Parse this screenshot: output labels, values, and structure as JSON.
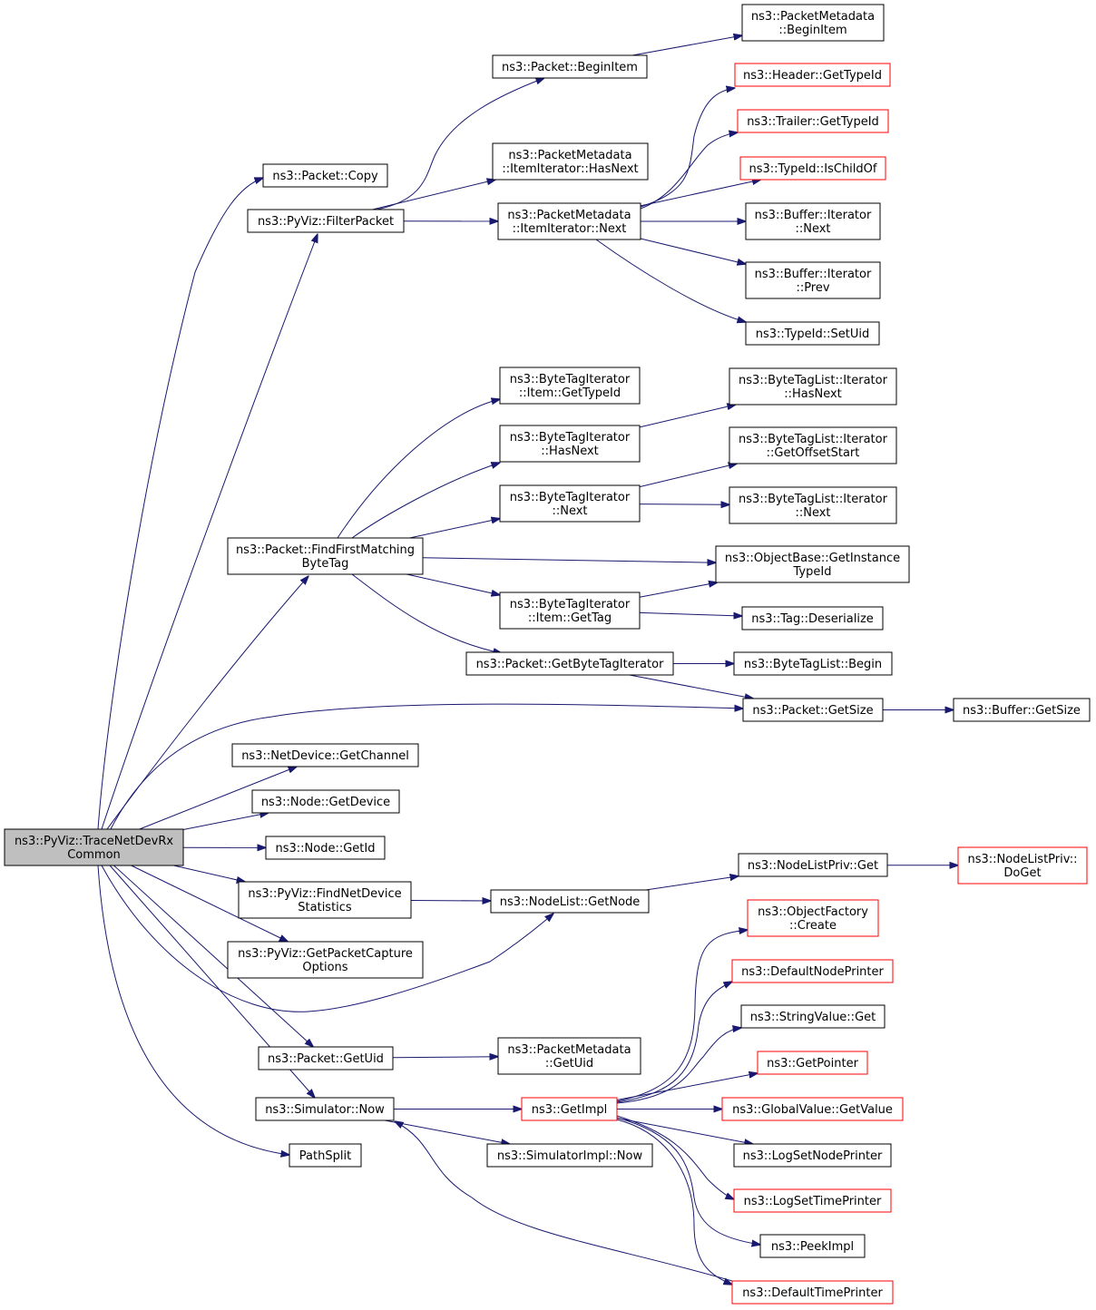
{
  "colors": {
    "edge": "#191970",
    "node_border": "#000000",
    "node_border_truncated": "#ff0000",
    "root_fill": "#bfbfbf",
    "node_fill": "#ffffff"
  },
  "nodes": [
    {
      "id": "root",
      "lines": [
        "ns3::PyViz::TraceNetDevRx",
        "Common"
      ],
      "style": "root"
    },
    {
      "id": "copy",
      "lines": [
        "ns3::Packet::Copy"
      ],
      "style": "normal"
    },
    {
      "id": "filterpacket",
      "lines": [
        "ns3::PyViz::FilterPacket"
      ],
      "style": "normal"
    },
    {
      "id": "beginitem",
      "lines": [
        "ns3::Packet::BeginItem"
      ],
      "style": "normal"
    },
    {
      "id": "pm_beginitem",
      "lines": [
        "ns3::PacketMetadata",
        "::BeginItem"
      ],
      "style": "normal"
    },
    {
      "id": "pm_hasnext",
      "lines": [
        "ns3::PacketMetadata",
        "::ItemIterator::HasNext"
      ],
      "style": "normal"
    },
    {
      "id": "pm_next",
      "lines": [
        "ns3::PacketMetadata",
        "::ItemIterator::Next"
      ],
      "style": "normal"
    },
    {
      "id": "header_gettypeid",
      "lines": [
        "ns3::Header::GetTypeId"
      ],
      "style": "truncated"
    },
    {
      "id": "trailer_gettypeid",
      "lines": [
        "ns3::Trailer::GetTypeId"
      ],
      "style": "truncated"
    },
    {
      "id": "typeid_ischildof",
      "lines": [
        "ns3::TypeId::IsChildOf"
      ],
      "style": "truncated"
    },
    {
      "id": "buf_next",
      "lines": [
        "ns3::Buffer::Iterator",
        "::Next"
      ],
      "style": "normal"
    },
    {
      "id": "buf_prev",
      "lines": [
        "ns3::Buffer::Iterator",
        "::Prev"
      ],
      "style": "normal"
    },
    {
      "id": "typeid_setuid",
      "lines": [
        "ns3::TypeId::SetUid"
      ],
      "style": "normal"
    },
    {
      "id": "bti_item_gettypeid",
      "lines": [
        "ns3::ByteTagIterator",
        "::Item::GetTypeId"
      ],
      "style": "normal"
    },
    {
      "id": "bti_hasnext",
      "lines": [
        "ns3::ByteTagIterator",
        "::HasNext"
      ],
      "style": "normal"
    },
    {
      "id": "bti_next",
      "lines": [
        "ns3::ByteTagIterator",
        "::Next"
      ],
      "style": "normal"
    },
    {
      "id": "btl_hasnext",
      "lines": [
        "ns3::ByteTagList::Iterator",
        "::HasNext"
      ],
      "style": "normal"
    },
    {
      "id": "btl_getoffsetstart",
      "lines": [
        "ns3::ByteTagList::Iterator",
        "::GetOffsetStart"
      ],
      "style": "normal"
    },
    {
      "id": "btl_next",
      "lines": [
        "ns3::ByteTagList::Iterator",
        "::Next"
      ],
      "style": "normal"
    },
    {
      "id": "findfirstmatching",
      "lines": [
        "ns3::Packet::FindFirstMatching",
        "ByteTag"
      ],
      "style": "normal"
    },
    {
      "id": "objectbase_getinstance",
      "lines": [
        "ns3::ObjectBase::GetInstance",
        "TypeId"
      ],
      "style": "normal"
    },
    {
      "id": "bti_item_gettag",
      "lines": [
        "ns3::ByteTagIterator",
        "::Item::GetTag"
      ],
      "style": "normal"
    },
    {
      "id": "tag_deserialize",
      "lines": [
        "ns3::Tag::Deserialize"
      ],
      "style": "normal"
    },
    {
      "id": "getbytetagiterator",
      "lines": [
        "ns3::Packet::GetByteTagIterator"
      ],
      "style": "normal"
    },
    {
      "id": "btl_begin",
      "lines": [
        "ns3::ByteTagList::Begin"
      ],
      "style": "normal"
    },
    {
      "id": "packet_getsize",
      "lines": [
        "ns3::Packet::GetSize"
      ],
      "style": "normal"
    },
    {
      "id": "buffer_getsize",
      "lines": [
        "ns3::Buffer::GetSize"
      ],
      "style": "normal"
    },
    {
      "id": "netdevice_getchannel",
      "lines": [
        "ns3::NetDevice::GetChannel"
      ],
      "style": "normal"
    },
    {
      "id": "node_getdevice",
      "lines": [
        "ns3::Node::GetDevice"
      ],
      "style": "normal"
    },
    {
      "id": "node_getid",
      "lines": [
        "ns3::Node::GetId"
      ],
      "style": "normal"
    },
    {
      "id": "nodelistpriv_get",
      "lines": [
        "ns3::NodeListPriv::Get"
      ],
      "style": "normal"
    },
    {
      "id": "nodelistpriv_doget",
      "lines": [
        "ns3::NodeListPriv::",
        "DoGet"
      ],
      "style": "truncated"
    },
    {
      "id": "findnetdevicestats",
      "lines": [
        "ns3::PyViz::FindNetDevice",
        "Statistics"
      ],
      "style": "normal"
    },
    {
      "id": "nodelist_getnode",
      "lines": [
        "ns3::NodeList::GetNode"
      ],
      "style": "normal"
    },
    {
      "id": "getpacketcaptureoptions",
      "lines": [
        "ns3::PyViz::GetPacketCapture",
        "Options"
      ],
      "style": "normal"
    },
    {
      "id": "objectfactory_create",
      "lines": [
        "ns3::ObjectFactory",
        "::Create"
      ],
      "style": "truncated"
    },
    {
      "id": "defaultnodeprinter",
      "lines": [
        "ns3::DefaultNodePrinter"
      ],
      "style": "truncated"
    },
    {
      "id": "stringvalue_get",
      "lines": [
        "ns3::StringValue::Get"
      ],
      "style": "normal"
    },
    {
      "id": "getpointer",
      "lines": [
        "ns3::GetPointer"
      ],
      "style": "truncated"
    },
    {
      "id": "packet_getuid",
      "lines": [
        "ns3::Packet::GetUid"
      ],
      "style": "normal"
    },
    {
      "id": "pm_getuid",
      "lines": [
        "ns3::PacketMetadata",
        "::GetUid"
      ],
      "style": "normal"
    },
    {
      "id": "simulator_now",
      "lines": [
        "ns3::Simulator::Now"
      ],
      "style": "normal"
    },
    {
      "id": "getimpl",
      "lines": [
        "ns3::GetImpl"
      ],
      "style": "truncated"
    },
    {
      "id": "globalvalue_getvalue",
      "lines": [
        "ns3::GlobalValue::GetValue"
      ],
      "style": "truncated"
    },
    {
      "id": "logsetnodeprinter",
      "lines": [
        "ns3::LogSetNodePrinter"
      ],
      "style": "normal"
    },
    {
      "id": "logsettimeprinter",
      "lines": [
        "ns3::LogSetTimePrinter"
      ],
      "style": "truncated"
    },
    {
      "id": "peekimpl",
      "lines": [
        "ns3::PeekImpl"
      ],
      "style": "normal"
    },
    {
      "id": "defaulttimeprinter",
      "lines": [
        "ns3::DefaultTimePrinter"
      ],
      "style": "truncated"
    },
    {
      "id": "pathsplit",
      "lines": [
        "PathSplit"
      ],
      "style": "normal"
    },
    {
      "id": "simulatorimpl_now",
      "lines": [
        "ns3::SimulatorImpl::Now"
      ],
      "style": "normal"
    }
  ],
  "edges": [
    [
      "root",
      "copy"
    ],
    [
      "root",
      "filterpacket"
    ],
    [
      "root",
      "findfirstmatching"
    ],
    [
      "root",
      "packet_getsize"
    ],
    [
      "root",
      "netdevice_getchannel"
    ],
    [
      "root",
      "node_getdevice"
    ],
    [
      "root",
      "node_getid"
    ],
    [
      "root",
      "findnetdevicestats"
    ],
    [
      "root",
      "getpacketcaptureoptions"
    ],
    [
      "root",
      "nodelist_getnode"
    ],
    [
      "root",
      "packet_getuid"
    ],
    [
      "root",
      "simulator_now"
    ],
    [
      "root",
      "pathsplit"
    ],
    [
      "filterpacket",
      "beginitem"
    ],
    [
      "filterpacket",
      "pm_hasnext"
    ],
    [
      "filterpacket",
      "pm_next"
    ],
    [
      "beginitem",
      "pm_beginitem"
    ],
    [
      "pm_next",
      "header_gettypeid"
    ],
    [
      "pm_next",
      "trailer_gettypeid"
    ],
    [
      "pm_next",
      "typeid_ischildof"
    ],
    [
      "pm_next",
      "buf_next"
    ],
    [
      "pm_next",
      "buf_prev"
    ],
    [
      "pm_next",
      "typeid_setuid"
    ],
    [
      "findfirstmatching",
      "bti_item_gettypeid"
    ],
    [
      "findfirstmatching",
      "bti_hasnext"
    ],
    [
      "findfirstmatching",
      "bti_next"
    ],
    [
      "findfirstmatching",
      "objectbase_getinstance"
    ],
    [
      "findfirstmatching",
      "bti_item_gettag"
    ],
    [
      "findfirstmatching",
      "getbytetagiterator"
    ],
    [
      "bti_hasnext",
      "btl_hasnext"
    ],
    [
      "bti_next",
      "btl_getoffsetstart"
    ],
    [
      "bti_next",
      "btl_next"
    ],
    [
      "bti_item_gettag",
      "objectbase_getinstance"
    ],
    [
      "bti_item_gettag",
      "tag_deserialize"
    ],
    [
      "getbytetagiterator",
      "btl_begin"
    ],
    [
      "getbytetagiterator",
      "packet_getsize"
    ],
    [
      "packet_getsize",
      "buffer_getsize"
    ],
    [
      "findnetdevicestats",
      "nodelist_getnode"
    ],
    [
      "nodelist_getnode",
      "nodelistpriv_get"
    ],
    [
      "nodelistpriv_get",
      "nodelistpriv_doget"
    ],
    [
      "packet_getuid",
      "pm_getuid"
    ],
    [
      "simulator_now",
      "getimpl"
    ],
    [
      "simulator_now",
      "simulatorimpl_now"
    ],
    [
      "getimpl",
      "objectfactory_create"
    ],
    [
      "getimpl",
      "defaultnodeprinter"
    ],
    [
      "getimpl",
      "stringvalue_get"
    ],
    [
      "getimpl",
      "getpointer"
    ],
    [
      "getimpl",
      "globalvalue_getvalue"
    ],
    [
      "getimpl",
      "logsetnodeprinter"
    ],
    [
      "getimpl",
      "logsettimeprinter"
    ],
    [
      "getimpl",
      "peekimpl"
    ],
    [
      "getimpl",
      "defaulttimeprinter"
    ],
    [
      "defaulttimeprinter",
      "simulator_now"
    ]
  ]
}
